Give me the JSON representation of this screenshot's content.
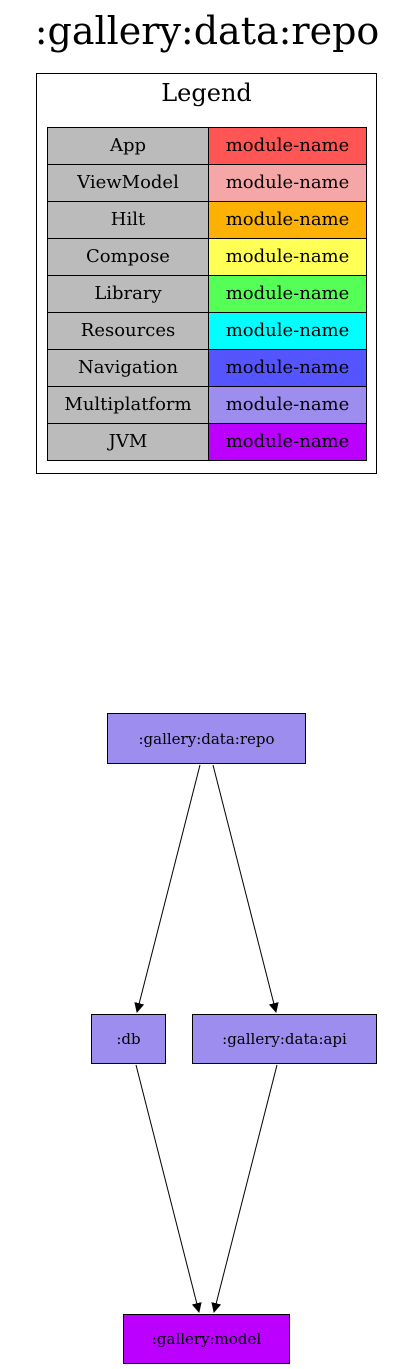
{
  "title": ":gallery:data:repo",
  "legend": {
    "title": "Legend",
    "items": [
      {
        "type": "App",
        "label": "module-name",
        "color": "#ff5555"
      },
      {
        "type": "ViewModel",
        "label": "module-name",
        "color": "#f5a6a6"
      },
      {
        "type": "Hilt",
        "label": "module-name",
        "color": "#fcb103"
      },
      {
        "type": "Compose",
        "label": "module-name",
        "color": "#ffff55"
      },
      {
        "type": "Library",
        "label": "module-name",
        "color": "#55ff55"
      },
      {
        "type": "Resources",
        "label": "module-name",
        "color": "#00ffff"
      },
      {
        "type": "Navigation",
        "label": "module-name",
        "color": "#5555ff"
      },
      {
        "type": "Multiplatform",
        "label": "module-name",
        "color": "#9c8def"
      },
      {
        "type": "JVM",
        "label": "module-name",
        "color": "#bb00ff"
      }
    ]
  },
  "graph": {
    "nodes": [
      {
        "id": "repo",
        "label": ":gallery:data:repo",
        "color": "#9c8def"
      },
      {
        "id": "db",
        "label": ":db",
        "color": "#9c8def"
      },
      {
        "id": "api",
        "label": ":gallery:data:api",
        "color": "#9c8def"
      },
      {
        "id": "model",
        "label": ":gallery:model",
        "color": "#bb00ff"
      }
    ],
    "edges": [
      {
        "from": "repo",
        "to": "db"
      },
      {
        "from": "repo",
        "to": "api"
      },
      {
        "from": "db",
        "to": "model"
      },
      {
        "from": "api",
        "to": "model"
      }
    ]
  }
}
